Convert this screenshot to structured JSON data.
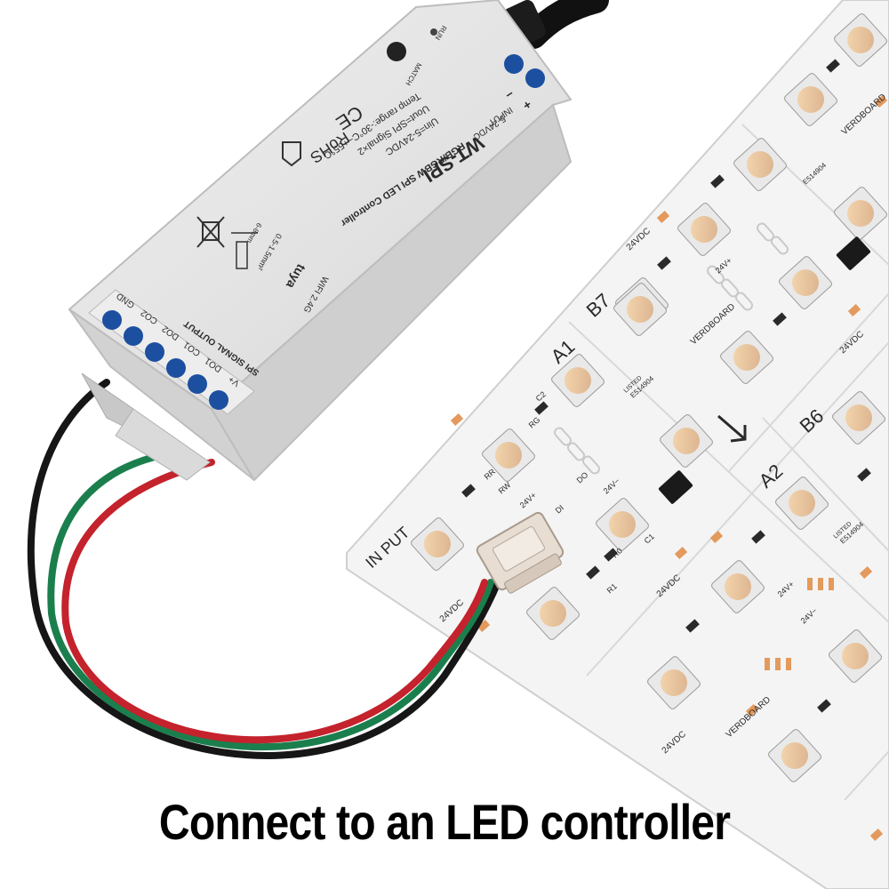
{
  "caption": "Connect to an LED controller",
  "controller": {
    "model": "WT-SPI",
    "subtitle": "RGB/RGBW SPI LED Controller",
    "specs": [
      "Uin=5-24VDC",
      "Uout=SPI Signal×2",
      "Temp range:-30°C~+55°C"
    ],
    "input_label": "INPUT",
    "input_voltage": "5-24VDC",
    "input_minus": "−",
    "input_plus": "+",
    "match_label": "MATCH",
    "run_label": "RUN",
    "wifi_label": "WIFI 2.4G",
    "tuya_label": "tuya",
    "strip_length": "6-8mm",
    "wire_gauge": "0.5-1.5mm²",
    "certs": [
      "CE",
      "RoHS"
    ],
    "output_title": "SPI SIGNAL OUTPUT",
    "output_terminals": [
      "GND",
      "CO2",
      "DO2",
      "CO1",
      "DO1",
      "V+"
    ]
  },
  "board": {
    "brand": "VERDBOARD",
    "zone_labels": [
      "A1",
      "A2",
      "B6",
      "B7"
    ],
    "input_label": "IN PUT",
    "voltage": "24VDC",
    "pad_labels": [
      "24V+",
      "DI",
      "DO",
      "24V−",
      "C1",
      "C2",
      "RG",
      "RR",
      "RW",
      "R1",
      "R0"
    ],
    "ul_mark": "E514904",
    "ul_listed": "LISTED"
  },
  "colors": {
    "housing": "#e6e6e6",
    "terminal_blue": "#1c4fa0",
    "pcb": "#f5f5f5",
    "pad_copper": "#e39a5c",
    "wire_black": "#161616",
    "wire_green": "#1b7f4d",
    "wire_red": "#c4222c"
  }
}
